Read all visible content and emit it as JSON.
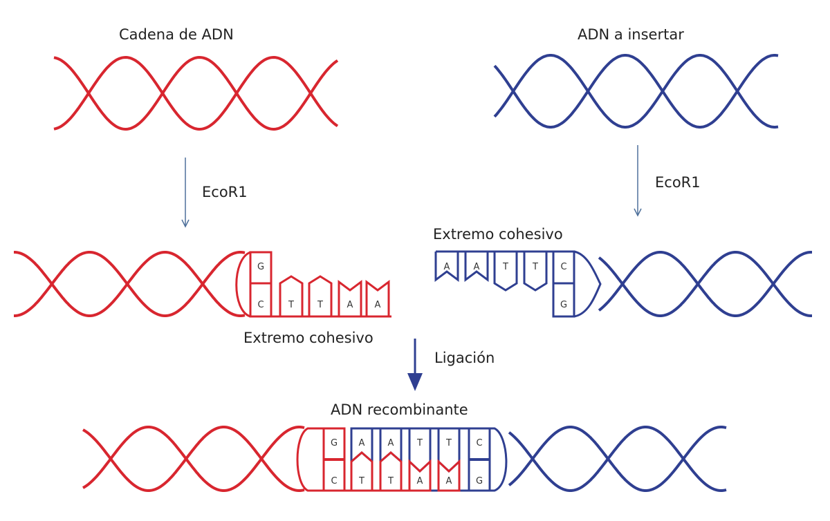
{
  "labels": {
    "source_dna": "Cadena de ADN",
    "insert_dna": "ADN a insertar",
    "enzyme_left": "EcoR1",
    "enzyme_right": "EcoR1",
    "sticky_end_left": "Extremo cohesivo",
    "sticky_end_right": "Extremo cohesivo",
    "ligation": "Ligación",
    "recombinant": "ADN recombinante"
  },
  "colors": {
    "source": "#d8262f",
    "insert": "#2f3f91",
    "arrow": "#4d6f9a"
  },
  "left_cut": {
    "box": [
      "G",
      "C"
    ],
    "overhang": [
      "T",
      "T",
      "A",
      "A"
    ]
  },
  "right_cut": {
    "overhang": [
      "A",
      "A",
      "T",
      "T"
    ],
    "box": [
      "C",
      "G"
    ]
  },
  "recombinant_pairs": [
    {
      "top": "G",
      "bottom": "C"
    },
    {
      "top": "A",
      "bottom": "T"
    },
    {
      "top": "A",
      "bottom": "T"
    },
    {
      "top": "T",
      "bottom": "A"
    },
    {
      "top": "T",
      "bottom": "A"
    },
    {
      "top": "C",
      "bottom": "G"
    }
  ]
}
